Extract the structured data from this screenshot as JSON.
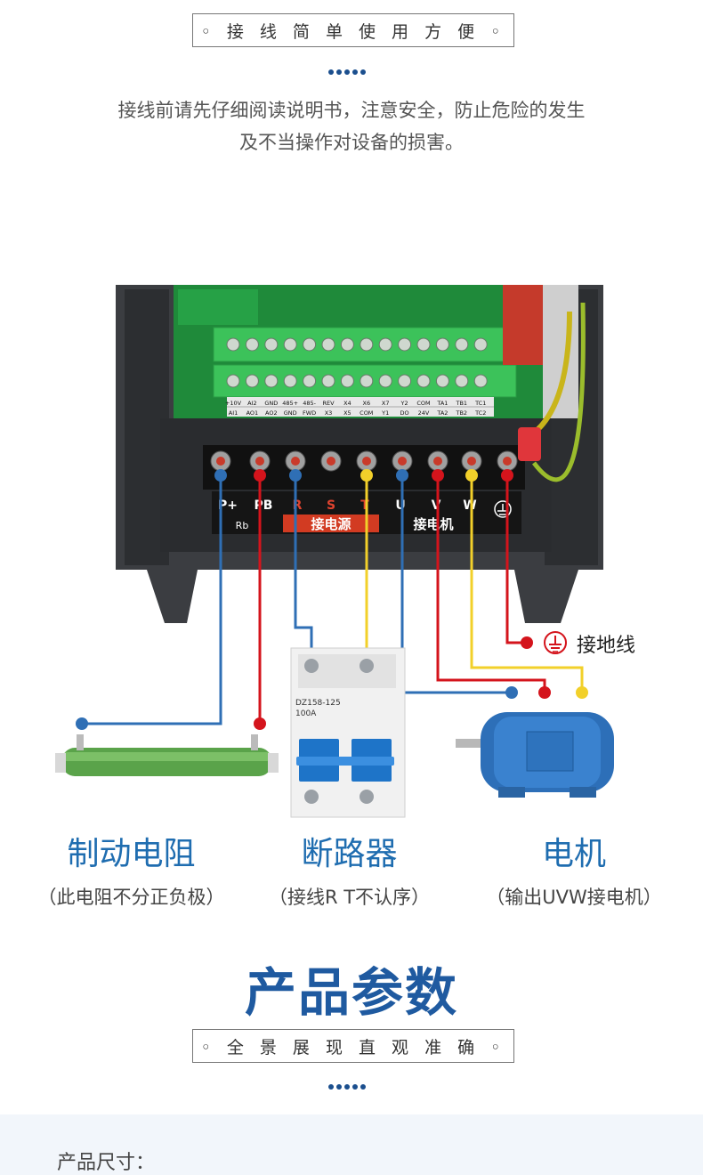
{
  "header": {
    "tagline": "◦ 接 线 简 单   使 用 方 便 ◦",
    "intro_line1": "接线前请先仔细阅读说明书，注意安全，防止危险的发生",
    "intro_line2": "及不当操作对设备的损害。"
  },
  "terminals": {
    "left_labels": [
      "P+",
      "PB",
      "R",
      "S",
      "T"
    ],
    "right_labels": [
      "U",
      "V",
      "W"
    ],
    "power_caption": "接电源",
    "motor_caption": "接电机",
    "resistor_mark": "Rb"
  },
  "control_board": {
    "top_row": [
      "+10V",
      "AI2",
      "GND",
      "485+",
      "485-",
      "REV",
      "X4",
      "X6",
      "X7",
      "Y2",
      "COM",
      "TA1",
      "TB1",
      "TC1"
    ],
    "bottom_row": [
      "AI1",
      "AO1",
      "AO2",
      "GND",
      "FWD",
      "X3",
      "X5",
      "COM",
      "Y1",
      "DO",
      "24V",
      "TA2",
      "TB2",
      "TC2"
    ]
  },
  "breaker": {
    "model": "DZ158-125",
    "rating": "100A"
  },
  "ground": {
    "label": "接地线"
  },
  "components": [
    {
      "name": "制动电阻",
      "note": "（此电阻不分正负极）"
    },
    {
      "name": "断路器",
      "note": "（接线R T不认序）"
    },
    {
      "name": "电机",
      "note": "（输出UVW接电机）"
    }
  ],
  "params": {
    "title": "产品参数",
    "tagline": "◦ 全 景 展 现   直 观 准 确 ◦",
    "size_label": "产品尺寸："
  },
  "colors": {
    "blue_wire": "#2f6fb5",
    "red_wire": "#d4141c",
    "yellow_wire": "#f2d02a",
    "title_blue": "#1f5aa0",
    "dot_blue": "#1b4f8e"
  }
}
